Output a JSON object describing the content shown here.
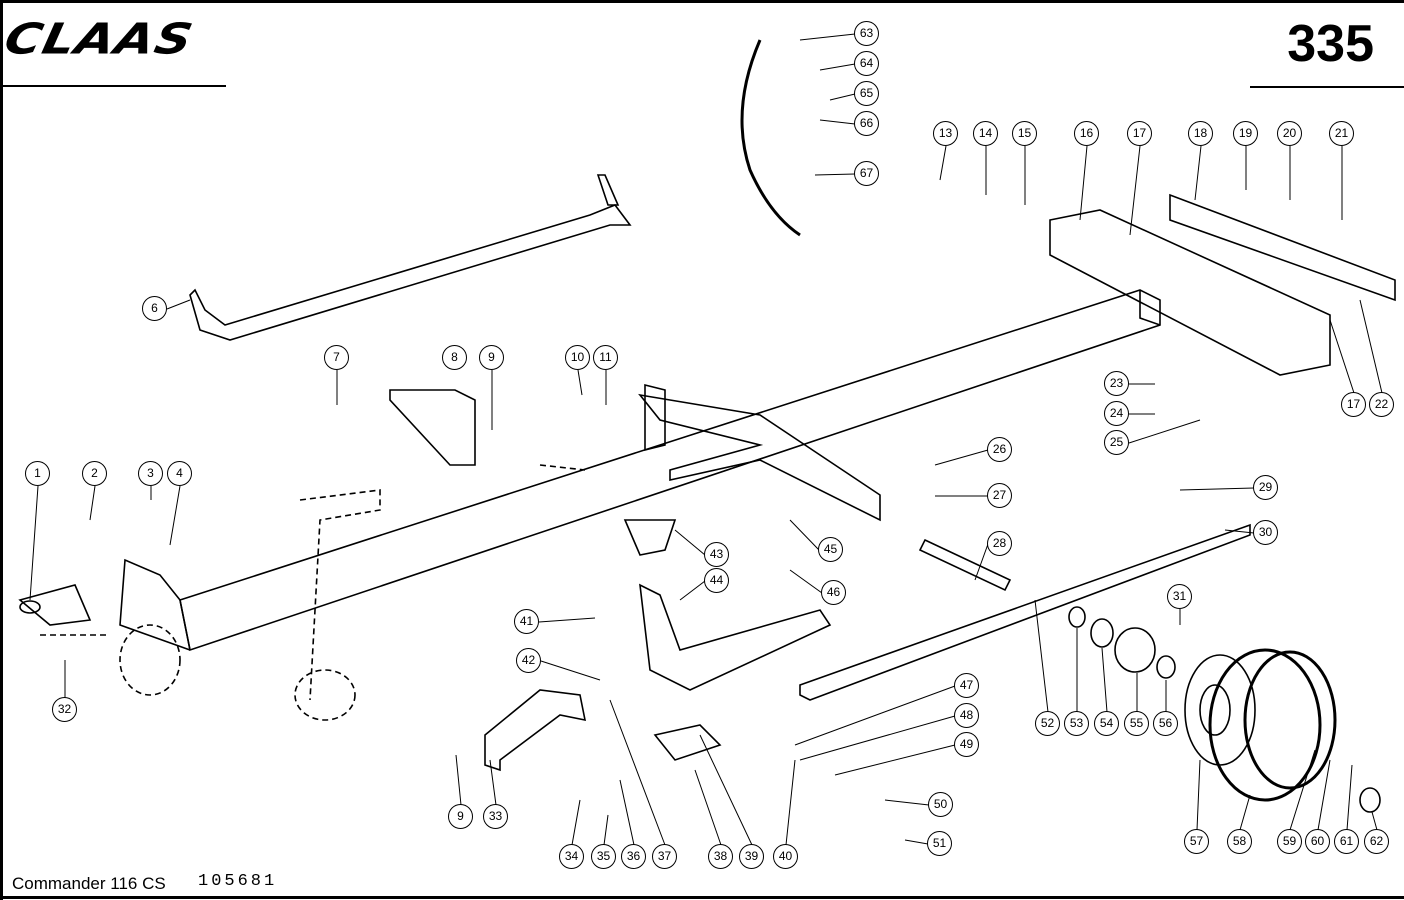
{
  "header": {
    "brand": "CLAAS",
    "page_number": "335"
  },
  "footer": {
    "model": "Commander 116 CS",
    "part_number": "105681"
  },
  "callouts": [
    "1",
    "2",
    "3",
    "4",
    "6",
    "7",
    "8",
    "9",
    "10",
    "11",
    "13",
    "14",
    "15",
    "16",
    "17",
    "18",
    "19",
    "20",
    "21",
    "17",
    "22",
    "23",
    "24",
    "25",
    "26",
    "27",
    "28",
    "29",
    "30",
    "31",
    "32",
    "33",
    "9",
    "34",
    "35",
    "36",
    "37",
    "38",
    "39",
    "40",
    "41",
    "42",
    "43",
    "44",
    "45",
    "46",
    "47",
    "48",
    "49",
    "50",
    "51",
    "52",
    "53",
    "54",
    "55",
    "56",
    "57",
    "58",
    "59",
    "60",
    "61",
    "62",
    "63",
    "64",
    "65",
    "66",
    "67"
  ]
}
